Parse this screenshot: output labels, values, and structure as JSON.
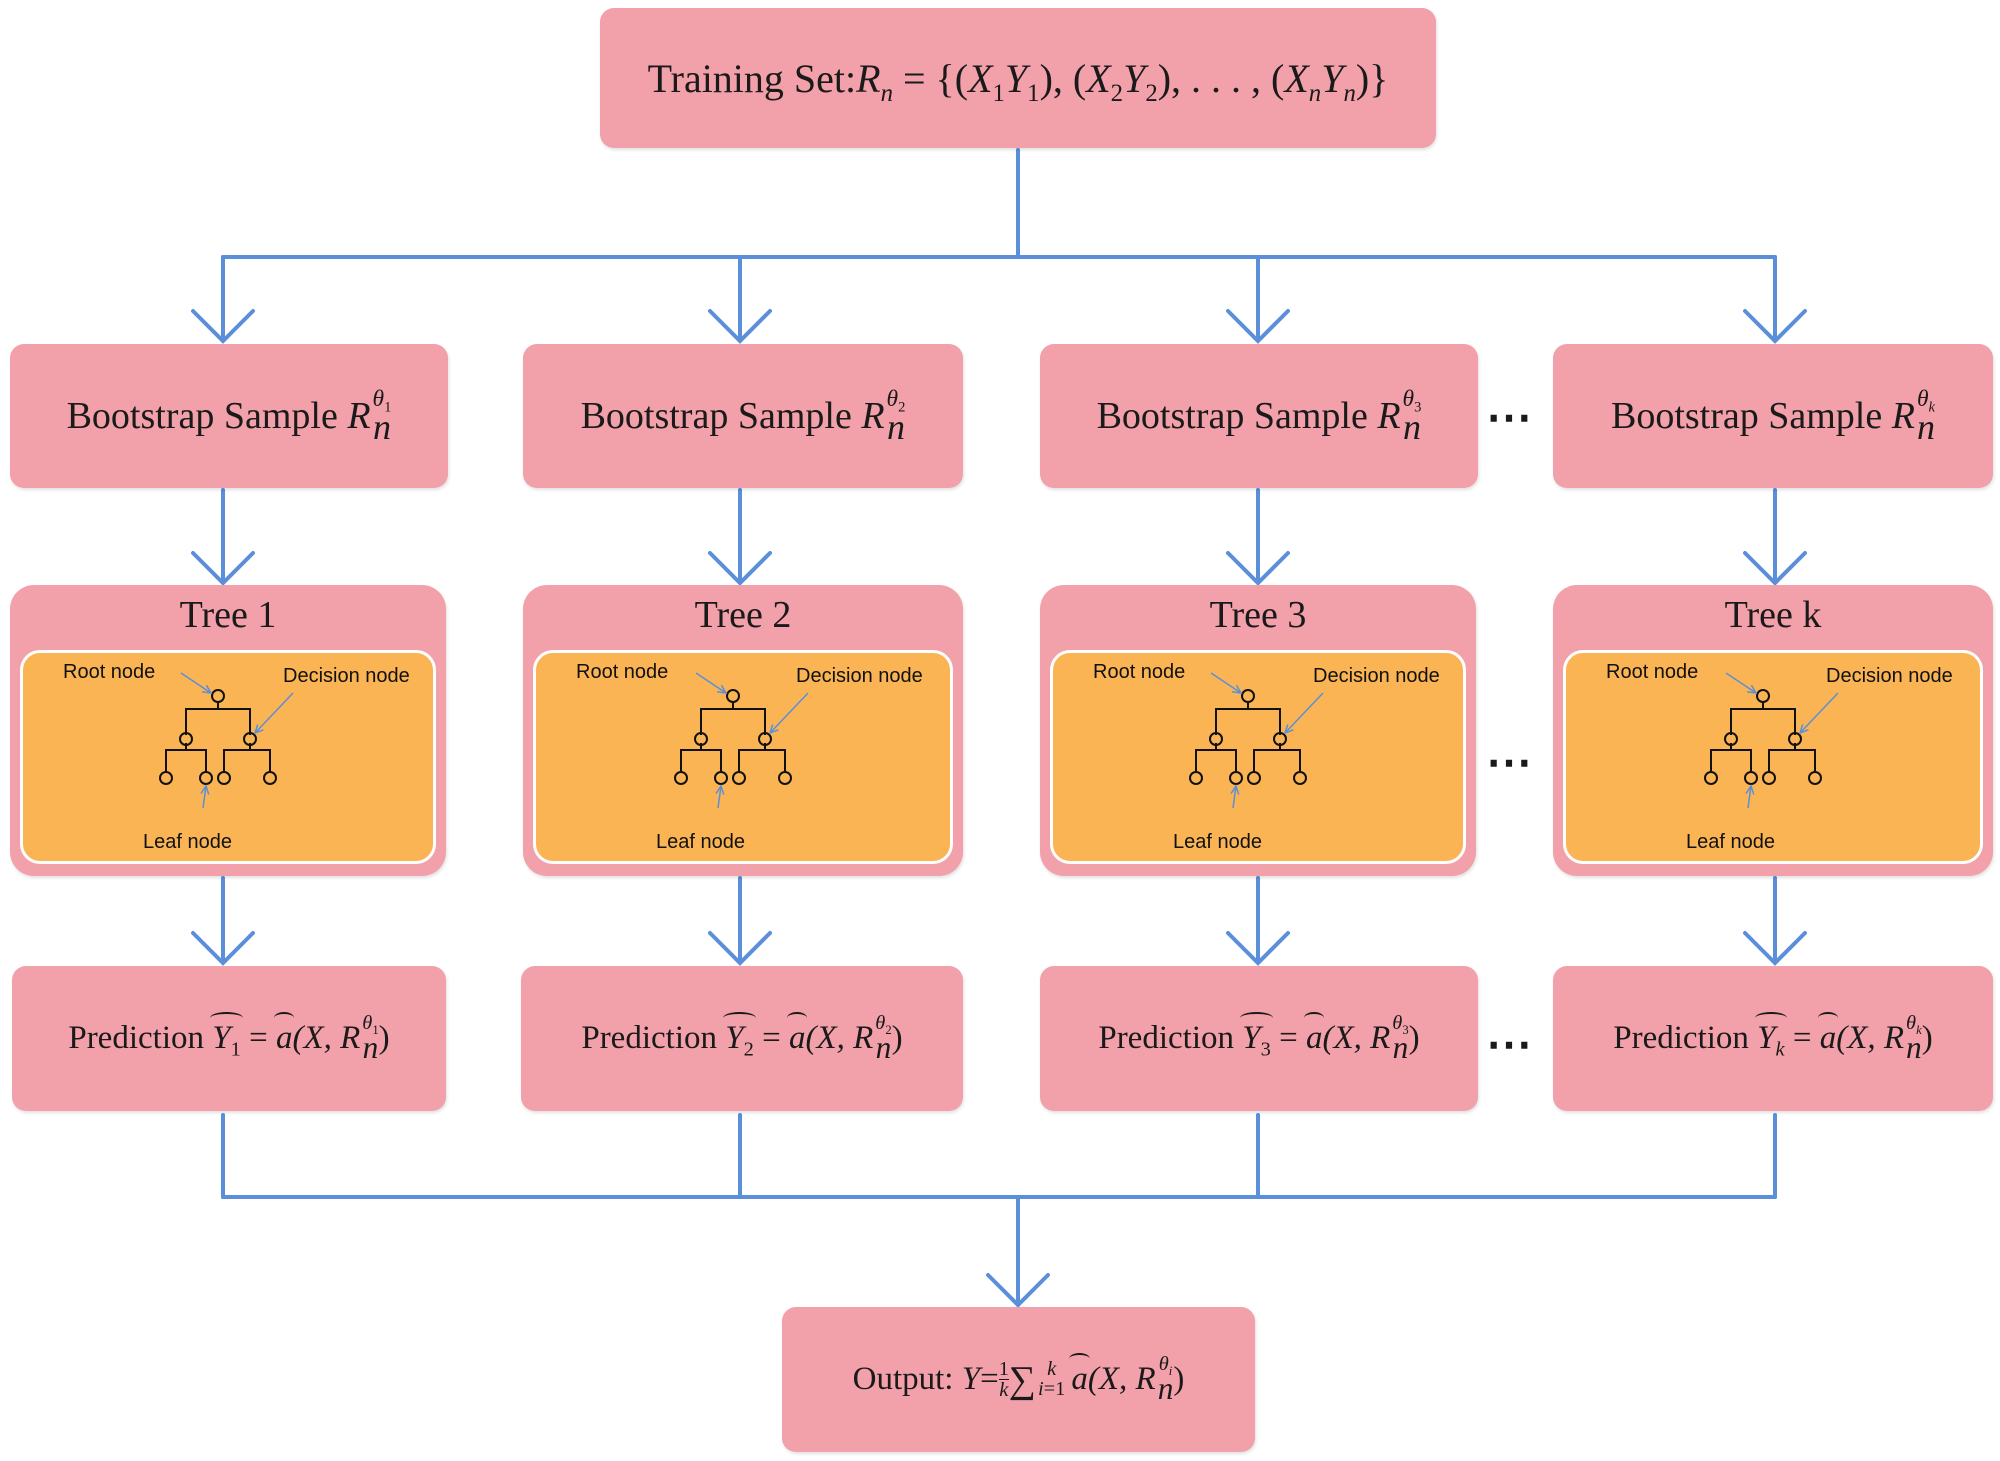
{
  "training_set": {
    "prefix": "Training Set:"
  },
  "trees": [
    {
      "title": "Tree 1",
      "index": "1"
    },
    {
      "title": "Tree 2",
      "index": "2"
    },
    {
      "title": "Tree 3",
      "index": "3"
    },
    {
      "title": "Tree k",
      "index": "k"
    }
  ],
  "bootstrap_label": "Bootstrap Sample",
  "prediction_label": "Prediction",
  "output_label": "Output:",
  "tree_labels": {
    "root": "Root node",
    "decision": "Decision node",
    "leaf": "Leaf node"
  },
  "ellipsis": "⋯",
  "colors": {
    "box": "#f2a0aa",
    "inner": "#fab454",
    "arrow": "#5b8fd9"
  }
}
